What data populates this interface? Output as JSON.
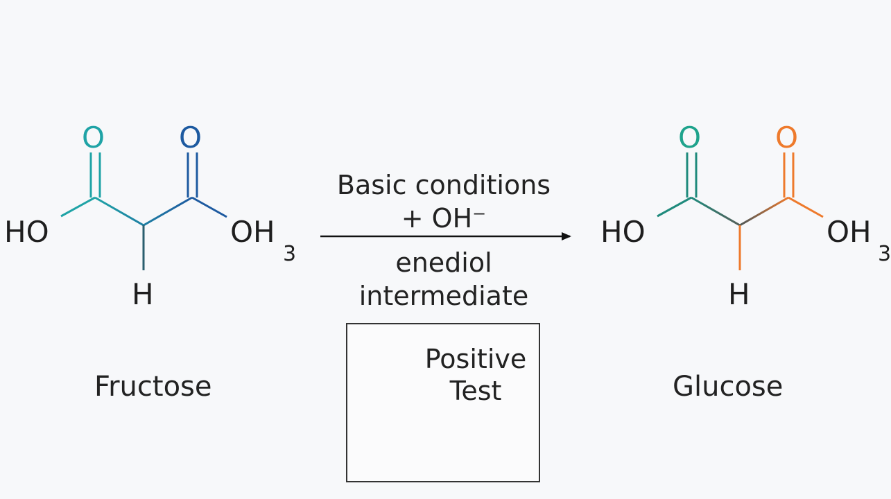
{
  "colors": {
    "background": "#f7f8fa",
    "fructose_left_carbonyl": "#1fa3a6",
    "fructose_right_carbonyl": "#1d5aa0",
    "glucose_left_carbonyl": "#1fa38c",
    "glucose_right_carbonyl": "#ee7a2c",
    "tube_blue": "#2aa8e8",
    "tube_red": "#e3343f",
    "arrow": "#111111"
  },
  "fructose": {
    "name": "Fructose",
    "o_left": "O",
    "o_right": "O",
    "ho_left": "HO",
    "oh_right": "OH",
    "subscript": "3",
    "h_bottom": "H"
  },
  "glucose": {
    "name": "Glucose",
    "o_left": "O",
    "o_right": "O",
    "ho_left": "HO",
    "oh_right": "OH",
    "subscript": "3",
    "h_bottom": "H"
  },
  "reaction": {
    "condition_line1": "Basic conditions",
    "condition_line2": "+ OH⁻",
    "intermediate_line1": "enediol",
    "intermediate_line2": "intermediate"
  },
  "test": {
    "line1": "Positive",
    "line2": "Test"
  }
}
